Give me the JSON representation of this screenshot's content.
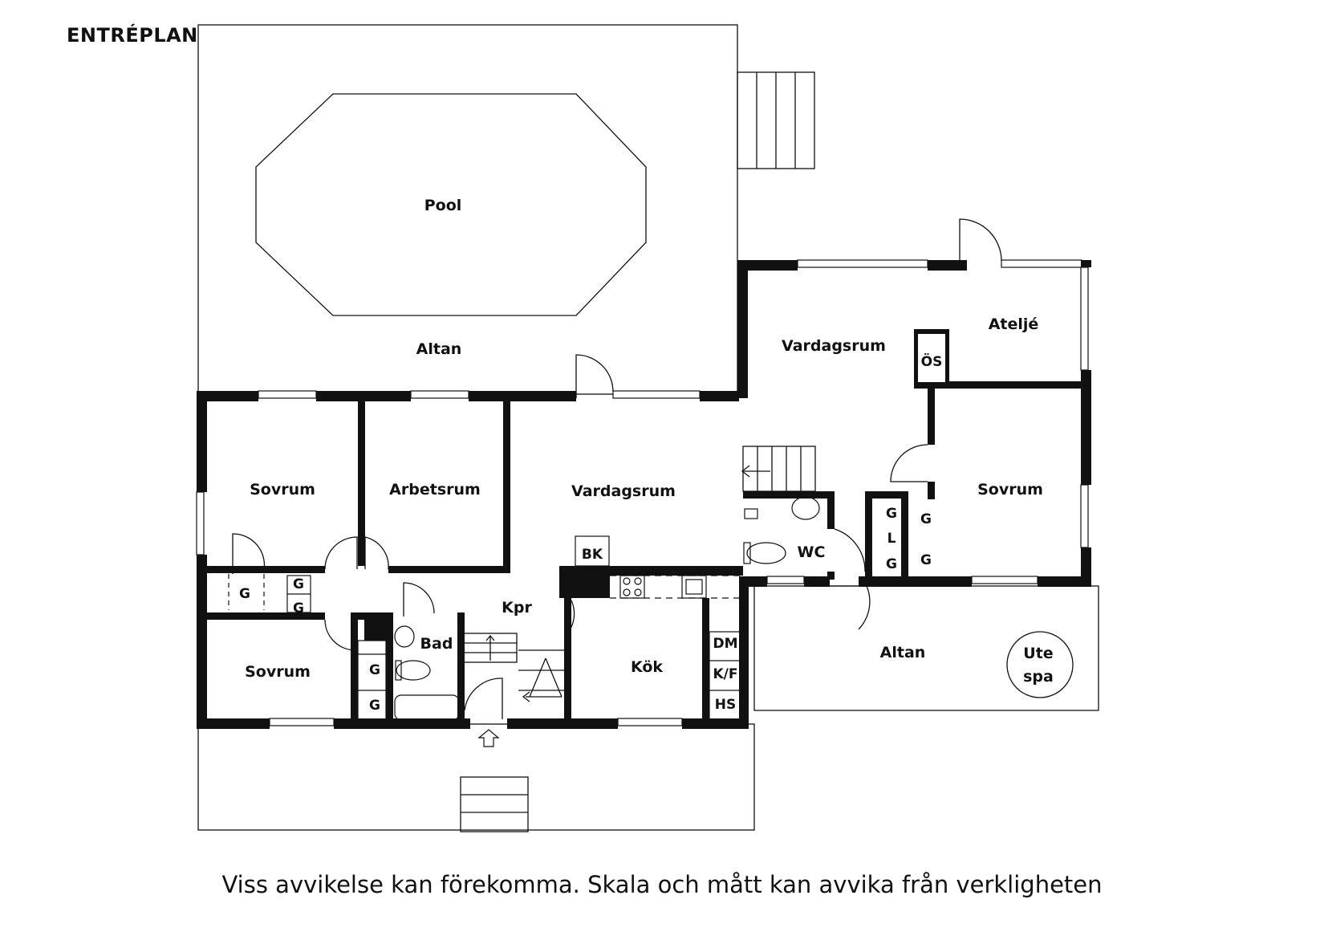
{
  "title": "ENTRÉPLAN",
  "footer": "Viss avvikelse kan förekomma. Skala och mått kan avvika från verkligheten",
  "rooms": {
    "pool": "Pool",
    "altan_top": "Altan",
    "sovrum_tl": "Sovrum",
    "arbetsrum": "Arbetsrum",
    "vardagsrum_main": "Vardagsrum",
    "vardagsrum_right": "Vardagsrum",
    "atelje": "Ateljé",
    "sovrum_right": "Sovrum",
    "wc": "WC",
    "altan_right": "Altan",
    "ute_spa_1": "Ute",
    "ute_spa_2": "spa",
    "kpr": "Kpr",
    "bad": "Bad",
    "kok": "Kök",
    "sovrum_bl": "Sovrum"
  },
  "fixtures": {
    "bk": "BK",
    "os": "ÖS",
    "dm": "DM",
    "kf": "K/F",
    "hs": "HS",
    "g": "G",
    "l": "L"
  }
}
